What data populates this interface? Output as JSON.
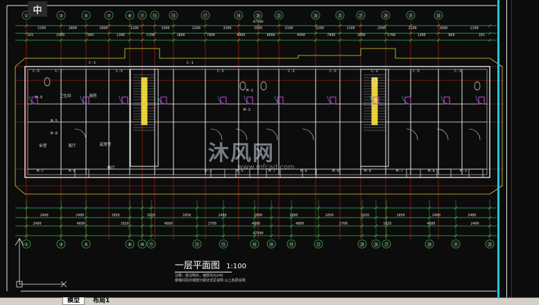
{
  "app": {
    "corner_badge": "中"
  },
  "drawing": {
    "title": "一层平面图",
    "scale": "1:100",
    "notes": [
      "注释：除注明外，墙厚均为240",
      "楼梯间及外墙部分做法详见说明 以上各层说明"
    ],
    "total_width": "47500"
  },
  "axes_top": [
    "①",
    "③",
    "⑤",
    "⑦",
    "⑧",
    "⑪",
    "⑬",
    "⑮",
    "⑰",
    "⑱",
    "⑳",
    "㉒",
    "㉔",
    "㉕",
    "㉗",
    "㉙",
    "㉛",
    "㉝"
  ],
  "axes_bottom": [
    "①",
    "③",
    "⑤",
    "⑧",
    "⑩",
    "⑪",
    "⑬",
    "⑮",
    "⑯",
    "⑱",
    "⑲",
    "㉑",
    "㉔",
    "㉖",
    "㉗",
    "㉙",
    "㉛",
    "㉝"
  ],
  "top_dims_row1": [
    "2100",
    "2800",
    "2800",
    "1200",
    "1500",
    "2100",
    "3200",
    "3100",
    "3100",
    "3200",
    "2100",
    "2500",
    "2100",
    "2800",
    "2100"
  ],
  "top_dims_row2": [
    "165",
    "1500",
    "800",
    "1300",
    "5700",
    "1800",
    "7800",
    "4900",
    "8000",
    "4900",
    "7800",
    "1800",
    "5700",
    "1300",
    "800",
    "165"
  ],
  "top_total": "47500",
  "bottom_dims_row1": [
    "2400",
    "2400",
    "1050",
    "1020",
    "1050",
    "2400",
    "2800",
    "2800",
    "1050",
    "1020",
    "1050",
    "2400",
    "2400"
  ],
  "bottom_dims_row2": [
    "2400",
    "4800",
    "1020",
    "4800",
    "2700",
    "4800",
    "4800",
    "2700",
    "1020",
    "4800",
    "2400"
  ],
  "bottom_total": "47500",
  "room_labels": [
    "C-5",
    "C-1'",
    "C-1",
    "C-5",
    "C-1",
    "C-5",
    "M-3",
    "M-5",
    "M-8",
    "M-7",
    "M-6",
    "M-9",
    "M-2",
    "卫生间",
    "厨房",
    "起居室",
    "卧室",
    "客厅",
    "餐厅"
  ],
  "bottom_tabs": {
    "model": "模型",
    "layout1": "布局1"
  },
  "watermark": {
    "brand": "沐风网",
    "url": "www.mfcad.com"
  },
  "colors": {
    "background": "#0c0c0c",
    "wall": "#e8e8e8",
    "axis_line": "#c8281e",
    "dimension": "#3fb54b",
    "yellow": "#e8d23a",
    "magenta": "#e040e0",
    "cyan": "#27c8d8",
    "label": "#d8d8d8"
  }
}
